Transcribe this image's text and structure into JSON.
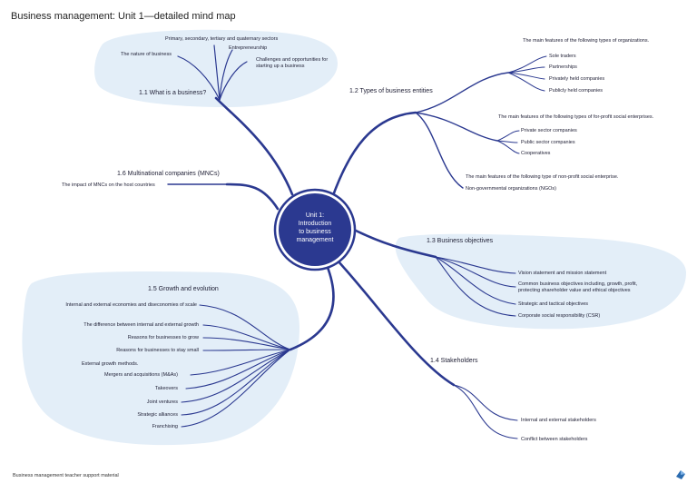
{
  "title": "Business management: Unit 1—detailed mind map",
  "footer": "Business management teacher support material",
  "center": {
    "lines": [
      "Unit 1:",
      "Introduction",
      "to business",
      "management"
    ]
  },
  "sections": {
    "s11": {
      "heading": "1.1   What is a business?",
      "items": [
        "Primary, secondary, tertiary and quaternary sectors",
        "Entrepreneurship",
        "Challenges and opportunities for",
        "starting up a business",
        "The nature of business"
      ]
    },
    "s12": {
      "heading": "1.2   Types of business entities",
      "intro1": "The main features of the following types of organizations.",
      "items1": [
        "Sole traders",
        "Partnerships",
        "Privately held companies",
        "Publicly held companies"
      ],
      "intro2": "The main features of the following types of for-profit social enterprises.",
      "items2": [
        "Private sector companies",
        "Public sector companies",
        "Cooperatives"
      ],
      "intro3": "The main features of the following type of non-profit social enterprise.",
      "items3": [
        "Non-governmental organizations (NGOs)"
      ]
    },
    "s13": {
      "heading": "1.3   Business objectives",
      "items": [
        "Vision statement and mission statement",
        "Common business objectives including, growth, profit,",
        "protecting shareholder value and ethical objectives",
        "Strategic and tactical objectives",
        "Corporate social responsibility (CSR)"
      ]
    },
    "s14": {
      "heading": "1.4   Stakeholders",
      "items": [
        "Internal and external stakeholders",
        "Conflict between stakeholders"
      ]
    },
    "s15": {
      "heading": "1.5   Growth and evolution",
      "items": [
        "Internal and external economies and diseconomies of scale",
        "The difference between internal and external growth",
        "Reasons for businesses to grow",
        "Reasons for businesses to stay small",
        "External growth methods.",
        "Mergers and acquisitions (M&As)",
        "Takeovers",
        "Joint ventures",
        "Strategic alliances",
        "Franchising"
      ]
    },
    "s16": {
      "heading": "1.6   Multinational companies (MNCs)",
      "items": [
        "The impact of MNCs on the host countries"
      ]
    }
  },
  "colors": {
    "branch": "#2b3990",
    "bubble": "#e3eef8",
    "center_fill": "#2b3990"
  }
}
